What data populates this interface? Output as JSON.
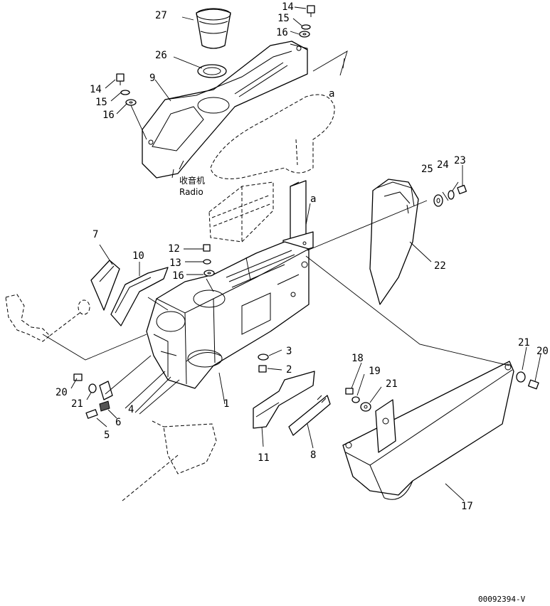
{
  "diagram": {
    "labels": [
      {
        "id": "l27",
        "text": "27"
      },
      {
        "id": "l14a",
        "text": "14"
      },
      {
        "id": "l15a",
        "text": "15"
      },
      {
        "id": "l16a",
        "text": "16"
      },
      {
        "id": "l26",
        "text": "26"
      },
      {
        "id": "l14b",
        "text": "14"
      },
      {
        "id": "l9",
        "text": "9"
      },
      {
        "id": "l15b",
        "text": "15"
      },
      {
        "id": "l16b",
        "text": "16"
      },
      {
        "id": "la1",
        "text": "a"
      },
      {
        "id": "la2",
        "text": "a"
      },
      {
        "id": "l25",
        "text": "25"
      },
      {
        "id": "l24",
        "text": "24"
      },
      {
        "id": "l23",
        "text": "23"
      },
      {
        "id": "l7",
        "text": "7"
      },
      {
        "id": "l10",
        "text": "10"
      },
      {
        "id": "l12",
        "text": "12"
      },
      {
        "id": "l13",
        "text": "13"
      },
      {
        "id": "l16c",
        "text": "16"
      },
      {
        "id": "l22",
        "text": "22"
      },
      {
        "id": "l3",
        "text": "3"
      },
      {
        "id": "l2",
        "text": "2"
      },
      {
        "id": "l18",
        "text": "18"
      },
      {
        "id": "l19",
        "text": "19"
      },
      {
        "id": "l21a",
        "text": "21"
      },
      {
        "id": "l21b",
        "text": "21"
      },
      {
        "id": "l20a",
        "text": "20"
      },
      {
        "id": "l20b",
        "text": "20"
      },
      {
        "id": "l21c",
        "text": "21"
      },
      {
        "id": "l4",
        "text": "4"
      },
      {
        "id": "l6",
        "text": "6"
      },
      {
        "id": "l5",
        "text": "5"
      },
      {
        "id": "l1",
        "text": "1"
      },
      {
        "id": "l11",
        "text": "11"
      },
      {
        "id": "l8",
        "text": "8"
      },
      {
        "id": "l17",
        "text": "17"
      }
    ],
    "radio_label_cn": "收音机",
    "radio_label_en": "Radio",
    "drawing_code": "00092394-V"
  }
}
